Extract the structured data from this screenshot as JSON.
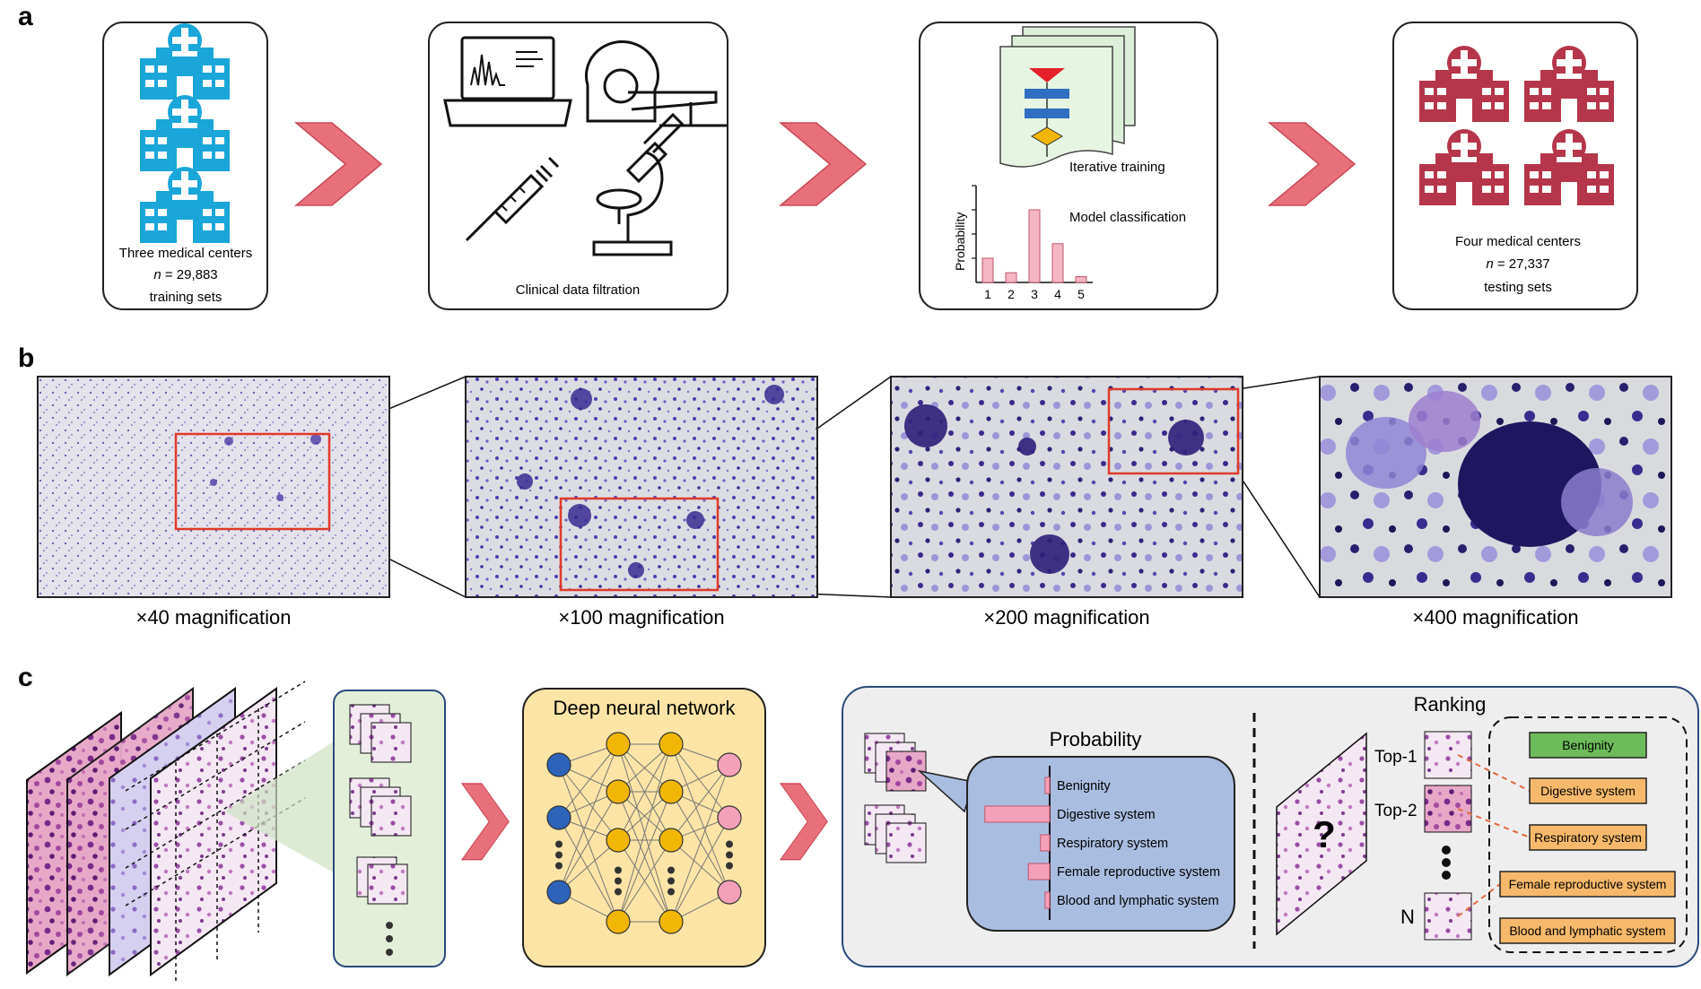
{
  "panel_a": {
    "label": "a",
    "training": {
      "caption_line1": "Three medical centers",
      "n_prefix": "n",
      "n_value": "= 29,883",
      "caption_line3": "training sets"
    },
    "filtration": {
      "caption": "Clinical data filtration"
    },
    "training_step": {
      "iterative": "Iterative training",
      "model": "Model classification",
      "ylabel": "Probability"
    },
    "testing": {
      "caption_line1": "Four medical centers",
      "n_prefix": "n",
      "n_value": "= 27,337",
      "caption_line3": "testing sets"
    }
  },
  "chart_data": {
    "type": "bar",
    "categories": [
      "1",
      "2",
      "3",
      "4",
      "5"
    ],
    "values": [
      0.25,
      0.1,
      0.75,
      0.4,
      0.06
    ],
    "ylabel": "Probability",
    "ylim": [
      0,
      1
    ],
    "color": "#f4b6c2"
  },
  "panel_b": {
    "label": "b",
    "magnifications": [
      "×40 magnification",
      "×100 magnification",
      "×200 magnification",
      "×400 magnification"
    ]
  },
  "panel_c": {
    "label": "c",
    "dnn_title": "Deep neural network",
    "probability_title": "Probability",
    "probability_bars": [
      {
        "label": "Benignity",
        "value": 0.06
      },
      {
        "label": "Digestive system",
        "value": 0.85
      },
      {
        "label": "Respiratory system",
        "value": 0.12
      },
      {
        "label": "Female reproductive system",
        "value": 0.28
      },
      {
        "label": "Blood and lymphatic system",
        "value": 0.06
      }
    ],
    "ranking_title": "Ranking",
    "question_mark": "?",
    "rank_labels": [
      "Top-1",
      "Top-2",
      "N"
    ],
    "systems": [
      "Benignity",
      "Digestive system",
      "Respiratory system",
      "Female reproductive system",
      "Blood and lymphatic system"
    ]
  },
  "colors": {
    "hospital_blue": "#1aa6d8",
    "hospital_red": "#b5364a",
    "arrow_red": "#e8707a",
    "dnn_blue": "#2d63b8",
    "dnn_yellow": "#f2b705",
    "dnn_pink": "#f4a0b8",
    "green_box": "#6dbb5a",
    "orange_box": "#f6b96b"
  }
}
